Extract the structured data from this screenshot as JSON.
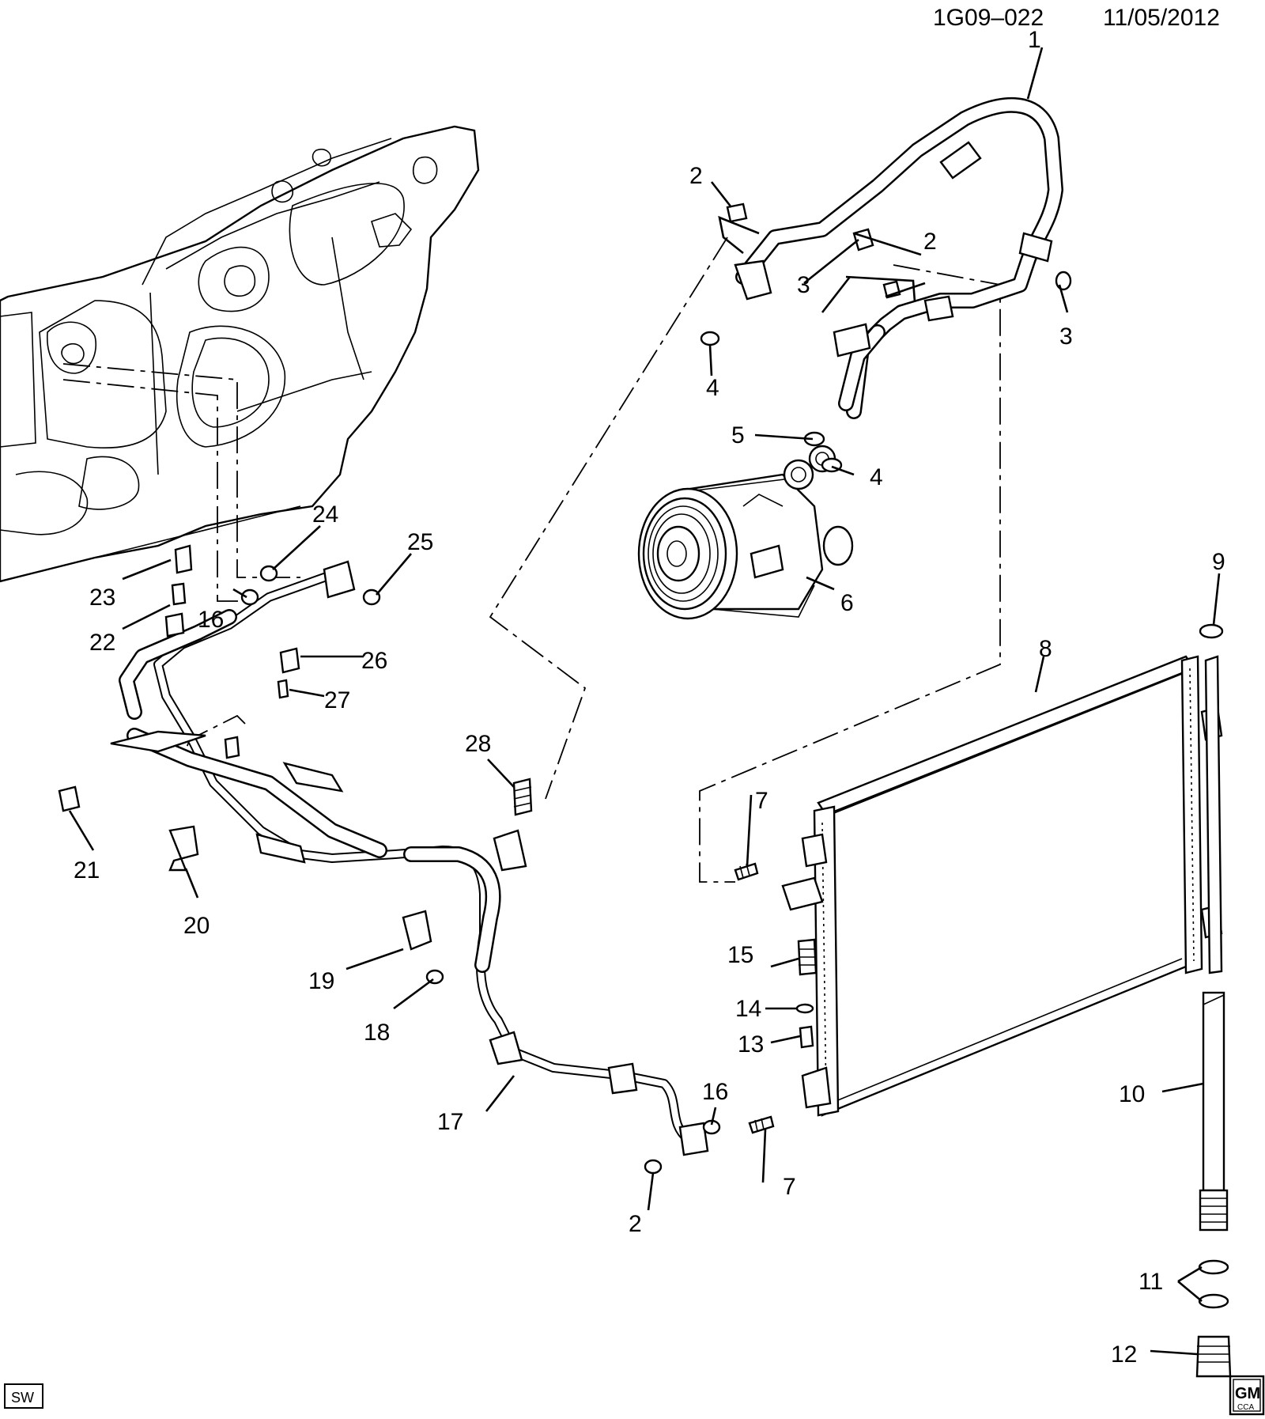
{
  "header": {
    "code": "1G09–022",
    "date": "11/05/2012"
  },
  "footer": {
    "sw_label": "SW",
    "gm_logo": "GM",
    "gm_sub": "CCA"
  },
  "callouts": {
    "c1": "1",
    "c2a": "2",
    "c2b": "2",
    "c2c": "2",
    "c3a": "3",
    "c3b": "3",
    "c4a": "4",
    "c4b": "4",
    "c5": "5",
    "c6": "6",
    "c7a": "7",
    "c7b": "7",
    "c8": "8",
    "c9": "9",
    "c10": "10",
    "c11": "11",
    "c12": "12",
    "c13": "13",
    "c14": "14",
    "c15": "15",
    "c16a": "16",
    "c16b": "16",
    "c17": "17",
    "c18": "18",
    "c19": "19",
    "c20": "20",
    "c21": "21",
    "c22": "22",
    "c23": "23",
    "c24": "24",
    "c25": "25",
    "c26": "26",
    "c27": "27",
    "c28": "28"
  }
}
